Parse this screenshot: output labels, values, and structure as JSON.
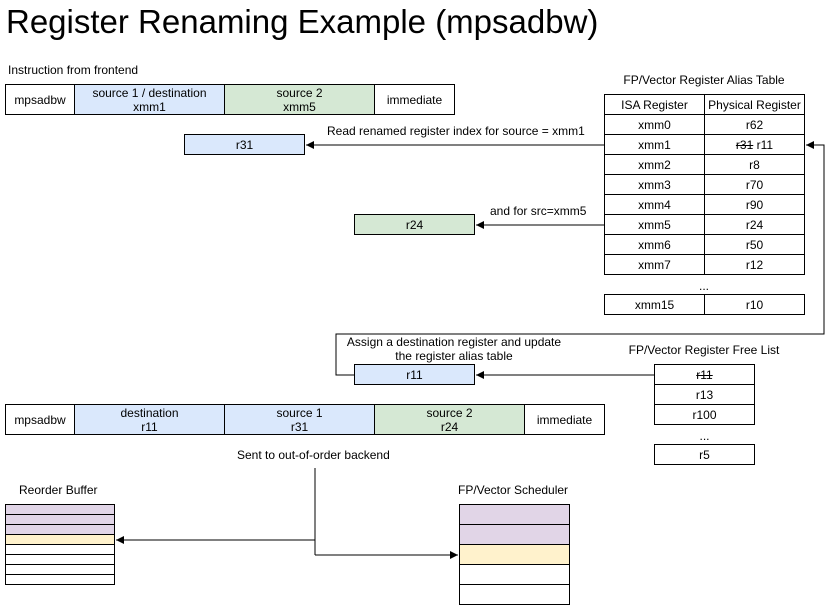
{
  "title": "Register Renaming Example (mpsadbw)",
  "instr_from_frontend_label": "Instruction from frontend",
  "frontend_instr": {
    "opcode": "mpsadbw",
    "src1": "source 1 / destination\nxmm1",
    "src2": "source 2\nxmm5",
    "imm": "immediate"
  },
  "rat": {
    "title": "FP/Vector Register Alias Table",
    "headers": [
      "ISA Register",
      "Physical Register"
    ],
    "rows": [
      {
        "isa": "xmm0",
        "phys": "r62"
      },
      {
        "isa": "xmm1",
        "phys_old": "r31",
        "phys": "r11"
      },
      {
        "isa": "xmm2",
        "phys": "r8"
      },
      {
        "isa": "xmm3",
        "phys": "r70"
      },
      {
        "isa": "xmm4",
        "phys": "r90"
      },
      {
        "isa": "xmm5",
        "phys": "r24"
      },
      {
        "isa": "xmm6",
        "phys": "r50"
      },
      {
        "isa": "xmm7",
        "phys": "r12"
      }
    ],
    "ellipsis": "...",
    "last_row": {
      "isa": "xmm15",
      "phys": "r10"
    }
  },
  "read_src1_label": "Read renamed register index for source = xmm1",
  "read_src1_value": "r31",
  "read_src2_label": "and for src=xmm5",
  "read_src2_value": "r24",
  "assign_label": "Assign a destination register and update\nthe register alias table",
  "assign_value": "r11",
  "free_list": {
    "title": "FP/Vector Register Free List",
    "items": [
      "r11",
      "r13",
      "r100"
    ],
    "ellipsis": "...",
    "last": "r5"
  },
  "renamed_instr": {
    "opcode": "mpsadbw",
    "dest": "destination\nr11",
    "src1": "source 1\nr31",
    "src2": "source 2\nr24",
    "imm": "immediate"
  },
  "sent_label": "Sent to out-of-order backend",
  "rob_label": "Reorder Buffer",
  "scheduler_label": "FP/Vector Scheduler",
  "colors": {
    "blue": "#dae8fc",
    "green": "#d5e8d4",
    "purple": "#e1d5e7",
    "yellow": "#fff2cc"
  }
}
